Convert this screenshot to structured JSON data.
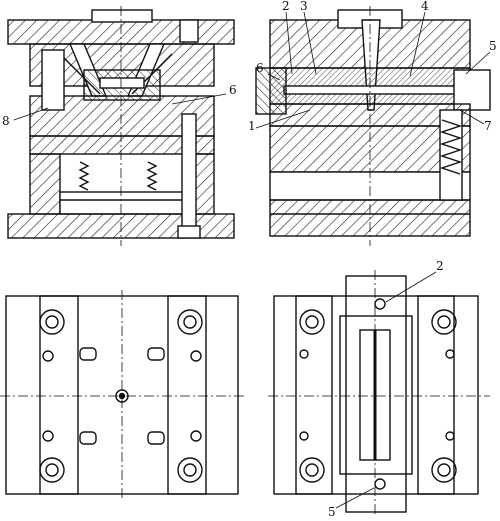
{
  "labels": {
    "tl_8": "8",
    "tl_6": "6",
    "tr_2": "2",
    "tr_3": "3",
    "tr_4": "4",
    "tr_5": "5",
    "tr_6": "6",
    "tr_1": "1",
    "tr_7": "7",
    "br_2": "2",
    "br_5": "5"
  }
}
